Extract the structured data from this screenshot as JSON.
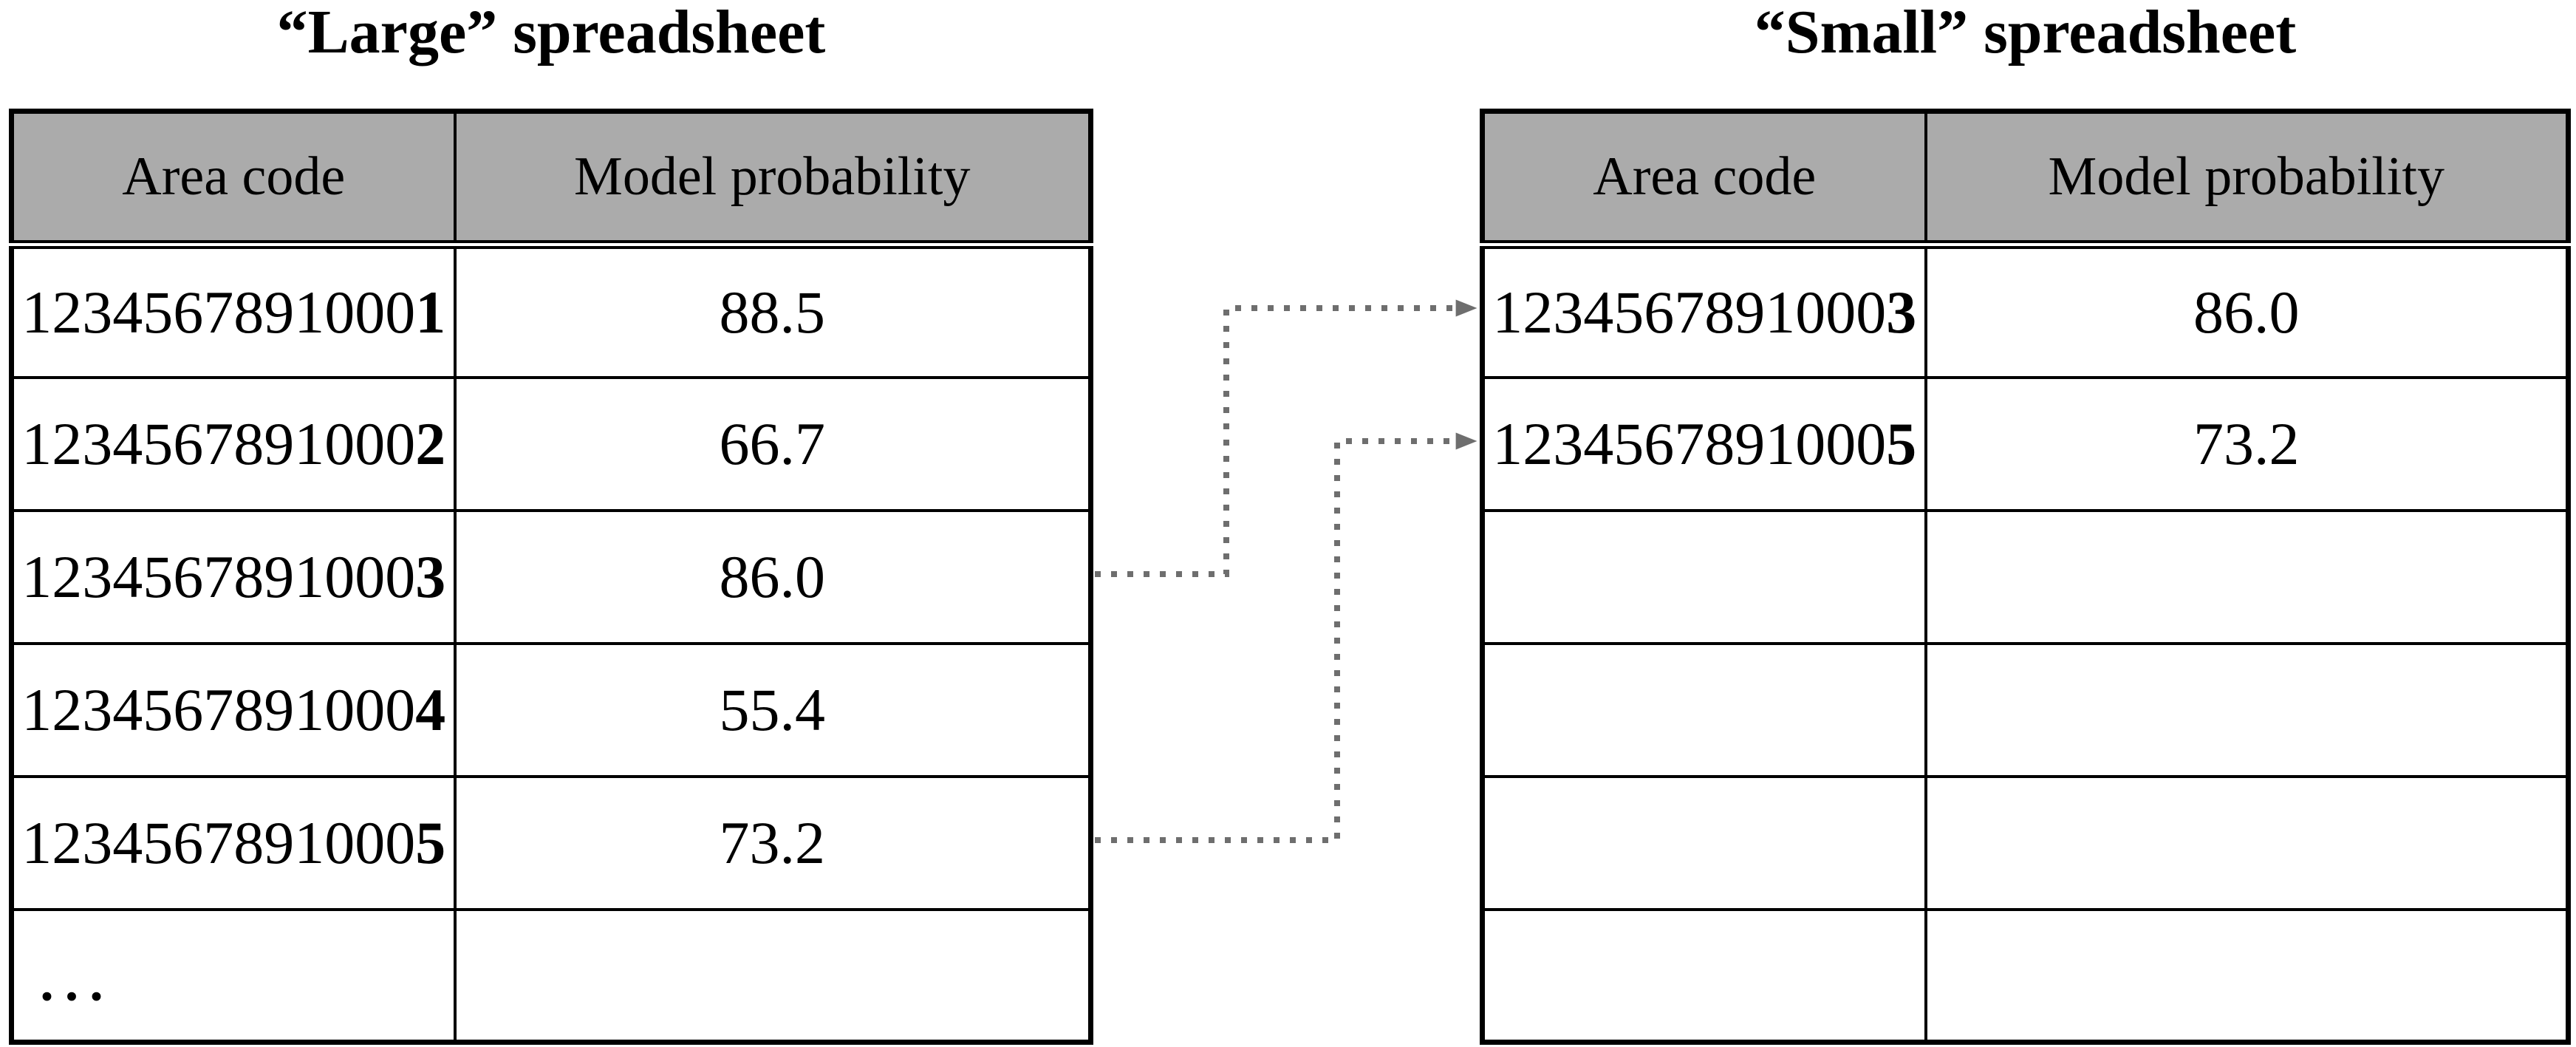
{
  "titles": {
    "large": "“Large” spreadsheet",
    "small": "“Small” spreadsheet"
  },
  "large_table": {
    "headers": [
      "Area code",
      "Model probability"
    ],
    "rows": [
      {
        "code_prefix": "1234567891000",
        "code_last": "1",
        "probability": "88.5"
      },
      {
        "code_prefix": "1234567891000",
        "code_last": "2",
        "probability": "66.7"
      },
      {
        "code_prefix": "1234567891000",
        "code_last": "3",
        "probability": "86.0"
      },
      {
        "code_prefix": "1234567891000",
        "code_last": "4",
        "probability": "55.4"
      },
      {
        "code_prefix": "1234567891000",
        "code_last": "5",
        "probability": "73.2"
      }
    ],
    "ellipsis_label": "…"
  },
  "small_table": {
    "headers": [
      "Area code",
      "Model probability"
    ],
    "rows": [
      {
        "code_prefix": "1234567891000",
        "code_last": "3",
        "probability": "86.0"
      },
      {
        "code_prefix": "1234567891000",
        "code_last": "5",
        "probability": "73.2"
      }
    ],
    "empty_row_count": 4
  },
  "arrows": [
    {
      "from": "large-table row 12345678910003",
      "to": "small-table row 12345678910003"
    },
    {
      "from": "large-table row 12345678910005",
      "to": "small-table row 12345678910005"
    }
  ],
  "colors": {
    "background": "#ffffff",
    "header_bg": "#ababab",
    "border": "#000000",
    "arrow": "#6e6e6e"
  }
}
